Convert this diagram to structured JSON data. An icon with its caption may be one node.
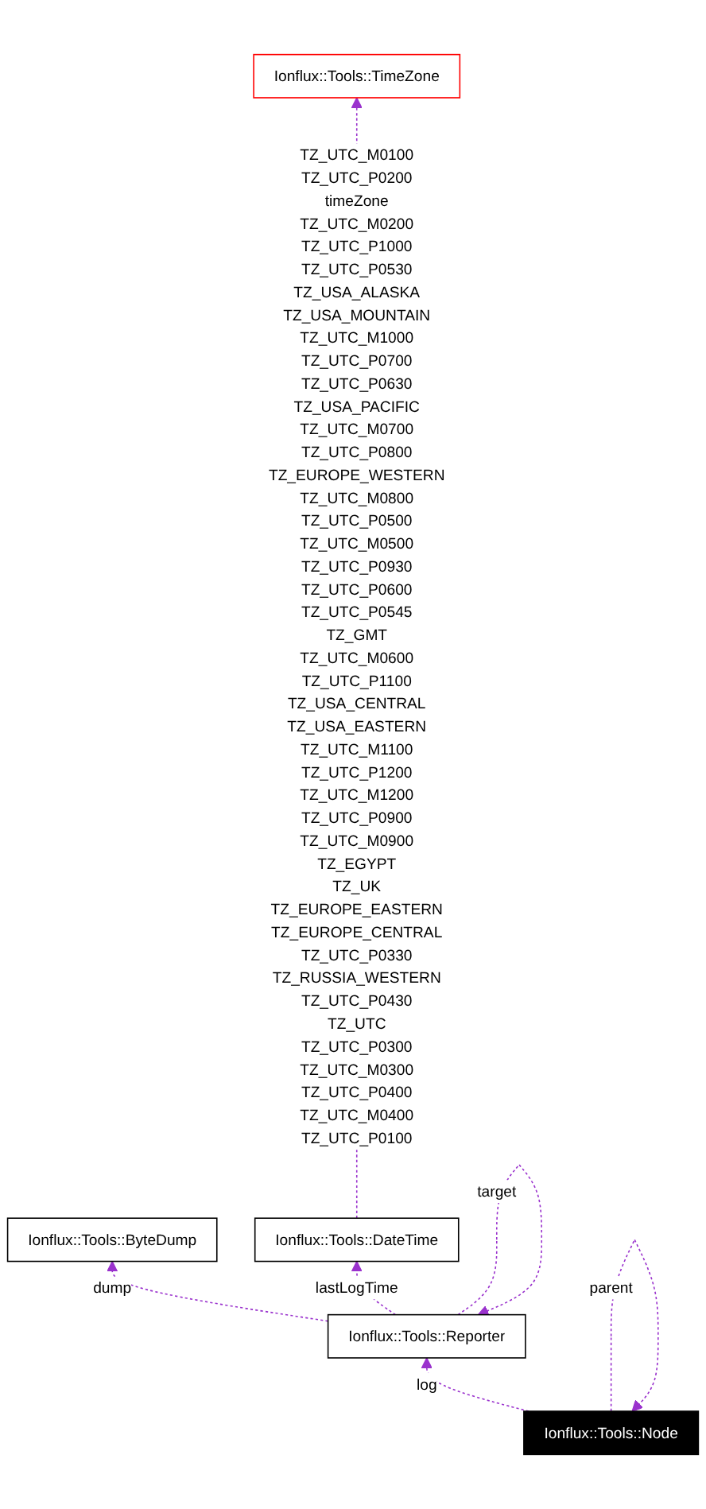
{
  "diagram": {
    "nodes": [
      {
        "text": [
          "Ionflux::Tools::TimeZone"
        ]
      },
      {
        "text": [
          "Ionflux::Tools::ByteDump"
        ]
      },
      {
        "text": [
          "Ionflux::Tools::DateTime"
        ]
      },
      {
        "text": [
          "Ionflux::Tools::Reporter"
        ]
      },
      {
        "text": [
          "Ionflux::Tools::Node"
        ]
      }
    ],
    "edges": [
      {
        "from": 2,
        "to": 0,
        "arrow": "to",
        "style": "dashed",
        "label": "TZ_UTC_M0100 TZ_UTC_P0200 timeZone TZ_UTC_M0200 TZ_UTC_P1000 TZ_UTC_P0530 TZ_USA_ALASKA TZ_USA_MOUNTAIN TZ_UTC_M1000 TZ_UTC_P0700 TZ_UTC_P0630 TZ_USA_PACIFIC TZ_UTC_M0700 TZ_UTC_P0800 TZ_EUROPE_WESTERN TZ_UTC_M0800 TZ_UTC_P0500 TZ_UTC_M0500 TZ_UTC_P0930 TZ_UTC_P0600 TZ_UTC_P0545 TZ_GMT TZ_UTC_M0600 TZ_UTC_P1100 TZ_USA_CENTRAL TZ_USA_EASTERN TZ_UTC_M1100 TZ_UTC_P1200 TZ_UTC_M1200 TZ_UTC_P0900 TZ_UTC_M0900 TZ_EGYPT TZ_UK TZ_EUROPE_EASTERN TZ_EUROPE_CENTRAL TZ_UTC_P0330 TZ_RUSSIA_WESTERN TZ_UTC_P0430 TZ_UTC TZ_UTC_P0300 TZ_UTC_M0300 TZ_UTC_P0400 TZ_UTC_M0400 TZ_UTC_P0100"
      },
      {
        "from": 3,
        "to": 1,
        "arrow": "to",
        "style": "dashed",
        "label": "dump"
      },
      {
        "from": 3,
        "to": 2,
        "arrow": "to",
        "style": "dashed",
        "label": "lastLogTime"
      },
      {
        "from": 3,
        "to": 3,
        "arrow": "to",
        "style": "dashed",
        "label": "target"
      },
      {
        "from": 4,
        "to": 3,
        "arrow": "to",
        "style": "dashed",
        "label": "log"
      },
      {
        "from": 4,
        "to": 4,
        "arrow": "to",
        "style": "dashed",
        "label": "parent"
      }
    ]
  }
}
